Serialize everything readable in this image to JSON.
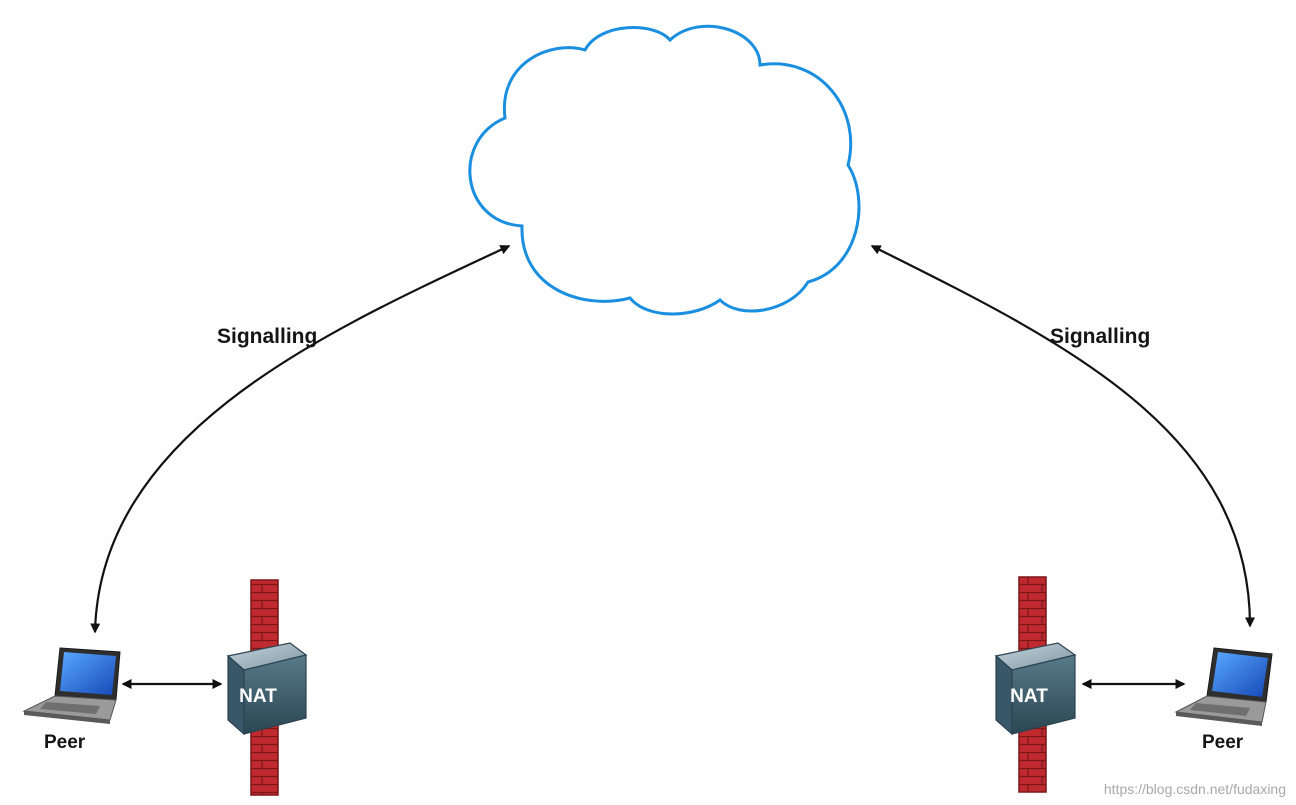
{
  "labels": {
    "signalling_left": "Signalling",
    "signalling_right": "Signalling",
    "peer_left": "Peer",
    "peer_right": "Peer",
    "nat_left": "NAT",
    "nat_right": "NAT"
  },
  "watermark": "https://blog.csdn.net/fudaxing",
  "colors": {
    "cloud_stroke": "#1a8fe0",
    "arrow": "#111111",
    "firewall_brick": "#c0262c",
    "router_body": "#3f6272",
    "laptop_screen": "#1f6fd6"
  }
}
